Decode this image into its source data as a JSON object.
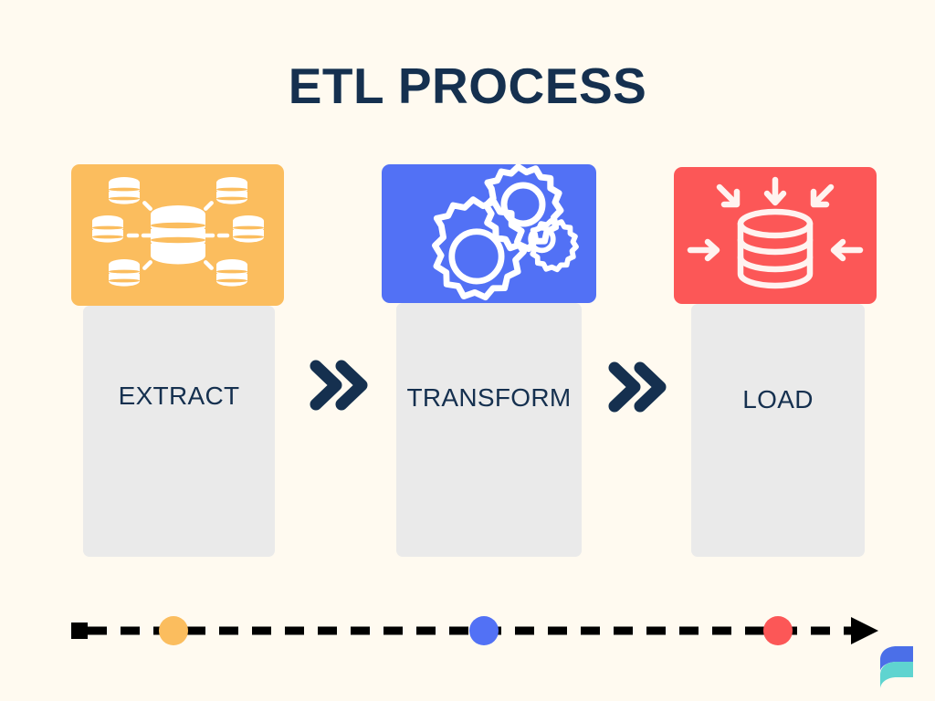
{
  "page": {
    "title": "ETL PROCESS",
    "background_color": "#FFFAF0",
    "title_color": "#15304F"
  },
  "stages": [
    {
      "id": "extract",
      "label": "EXTRACT",
      "header_color": "#FBBD5E",
      "body_color": "#EAEAEA",
      "icon": "distributed-databases-icon",
      "icon_color": "#FFFFFF"
    },
    {
      "id": "transform",
      "label": "TRANSFORM",
      "header_color": "#5271F5",
      "body_color": "#EAEAEA",
      "icon": "gears-icon",
      "icon_color": "#FFFFFF"
    },
    {
      "id": "load",
      "label": "LOAD",
      "header_color": "#FC5757",
      "body_color": "#EAEAEA",
      "icon": "database-inbound-arrows-icon",
      "icon_color": "#FFFFFF"
    }
  ],
  "connectors": [
    {
      "id": "chevron-1",
      "icon": "double-chevron-right-icon",
      "color": "#15304F"
    },
    {
      "id": "chevron-2",
      "icon": "double-chevron-right-icon",
      "color": "#15304F"
    }
  ],
  "timeline": {
    "icon": "dashed-arrow-timeline-icon",
    "line_color": "#000000",
    "start_marker": "square",
    "end_marker": "arrowhead",
    "markers": [
      {
        "stage": "extract",
        "color": "#FBBD5E"
      },
      {
        "stage": "transform",
        "color": "#5271F5"
      },
      {
        "stage": "load",
        "color": "#FC5757"
      }
    ]
  },
  "logo": {
    "icon": "brand-logo-icon",
    "top_color": "#4B6FE8",
    "bottom_color": "#5FD4D0"
  }
}
